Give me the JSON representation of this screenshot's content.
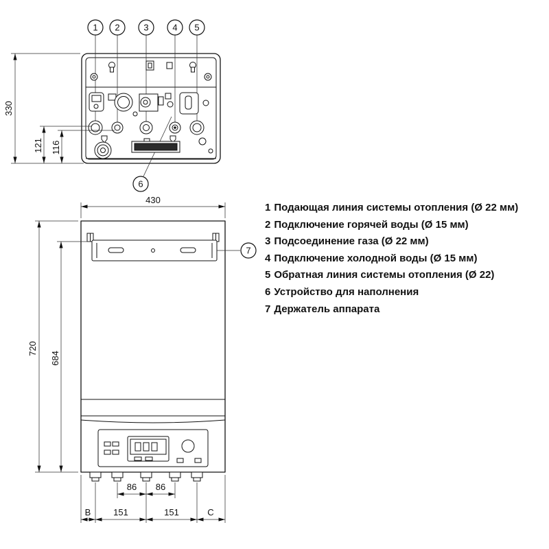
{
  "colors": {
    "line_color": "#111111",
    "background": "#ffffff"
  },
  "legend": {
    "items": [
      {
        "num": "1",
        "text": "Подающая линия системы отопления (Ø 22 мм)"
      },
      {
        "num": "2",
        "text": "Подключение горячей воды (Ø 15 мм)"
      },
      {
        "num": "3",
        "text": "Подсоединение газа (Ø 22 мм)"
      },
      {
        "num": "4",
        "text": "Подключение холодной воды (Ø 15 мм)"
      },
      {
        "num": "5",
        "text": "Обратная линия системы отопления (Ø 22)"
      },
      {
        "num": "6",
        "text": "Устройство для наполнения"
      },
      {
        "num": "7",
        "text": "Держатель аппарата"
      }
    ]
  },
  "top_view": {
    "callout_1": "1",
    "callout_2": "2",
    "callout_3": "3",
    "callout_4": "4",
    "callout_5": "5",
    "callout_6": "6",
    "dim_depth": "330",
    "dim_121": "121",
    "dim_116": "116"
  },
  "front_view": {
    "callout_7": "7",
    "dim_width": "430",
    "dim_height": "720",
    "dim_bracket": "684",
    "dim_86_left": "86",
    "dim_86_right": "86",
    "dim_b": "B",
    "dim_151_left": "151",
    "dim_151_right": "151",
    "dim_c": "C"
  }
}
